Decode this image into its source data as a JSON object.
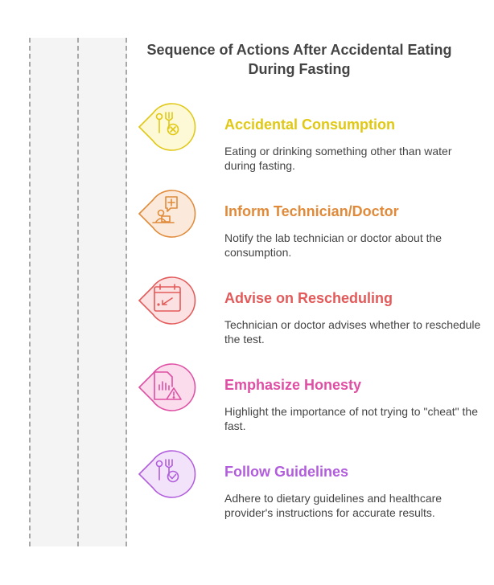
{
  "title_lines": [
    "Sequence of Actions After Accidental Eating",
    "During Fasting"
  ],
  "steps": [
    {
      "title": "Accidental Consumption",
      "desc": "Eating or drinking something other than water during fasting.",
      "icon": "utensils-x-icon",
      "color": "#e0c815",
      "fill": "#fdf8d6"
    },
    {
      "title": "Inform Technician/Doctor",
      "desc": "Notify the lab technician or doctor about the consumption.",
      "icon": "medical-chat-icon",
      "color": "#e08a3a",
      "fill": "#fbeadb"
    },
    {
      "title": "Advise on Rescheduling",
      "desc": "Technician or doctor advises whether to reschedule the test.",
      "icon": "calendar-icon",
      "color": "#e35a5a",
      "fill": "#fbe1e1"
    },
    {
      "title": "Emphasize Honesty",
      "desc": "Highlight the importance of not trying to \"cheat\" the fast.",
      "icon": "report-warning-icon",
      "color": "#df4fa3",
      "fill": "#fadced"
    },
    {
      "title": "Follow Guidelines",
      "desc": "Adhere to dietary guidelines and healthcare provider's instructions for accurate results.",
      "icon": "utensils-check-icon",
      "color": "#b15ddc",
      "fill": "#f2e3fa"
    }
  ]
}
